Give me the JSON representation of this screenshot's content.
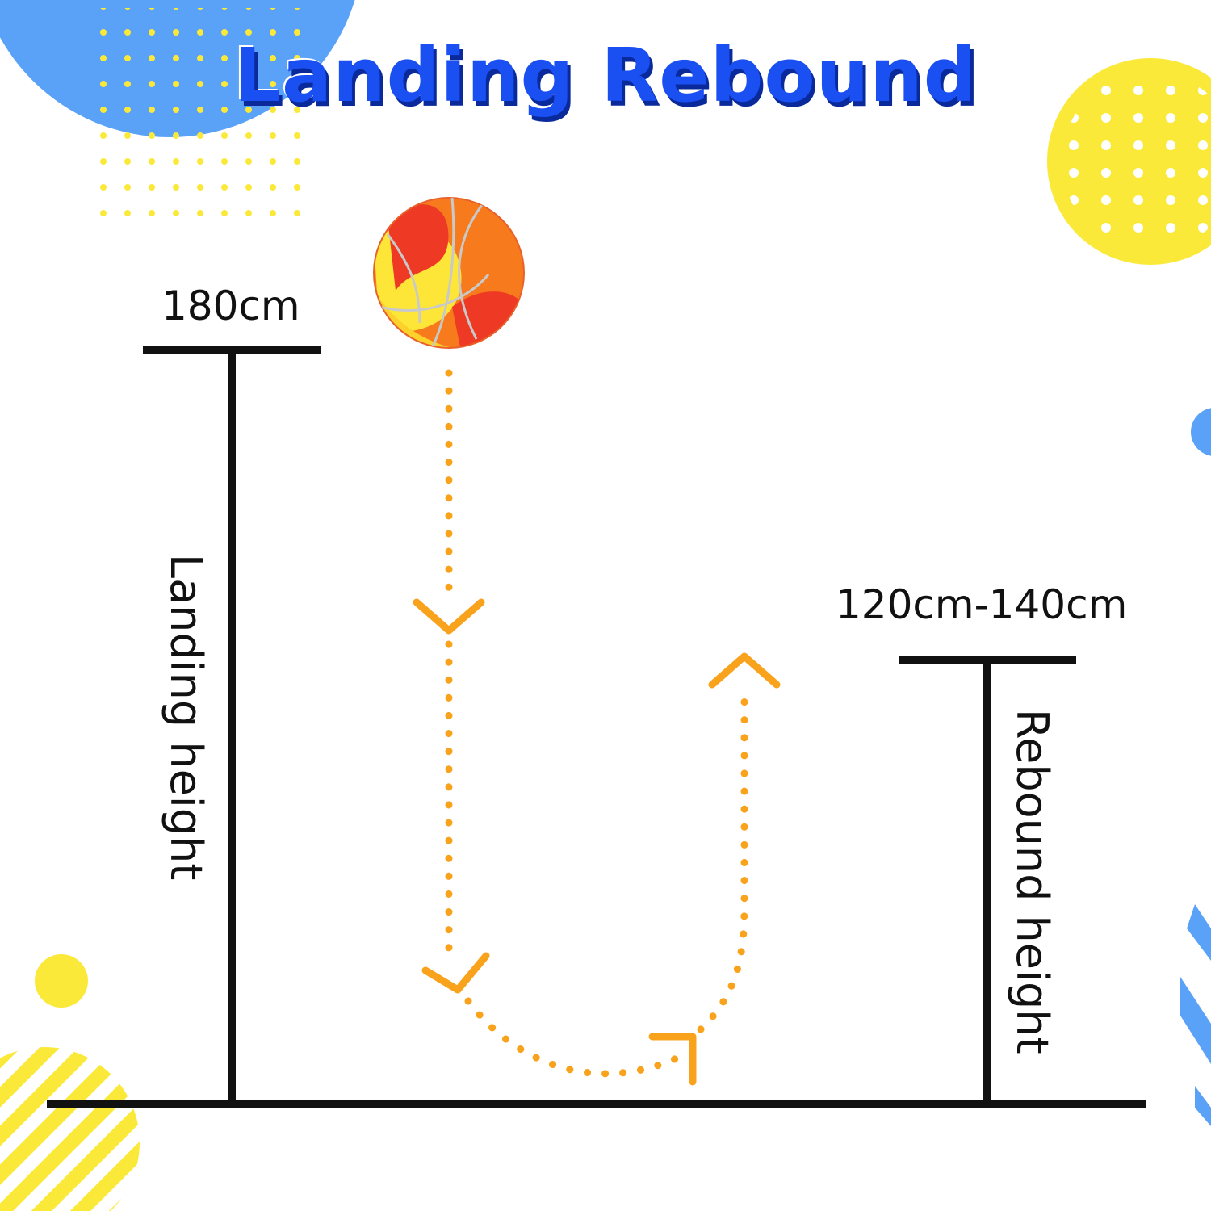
{
  "title": "Landing Rebound",
  "landing": {
    "value": "180cm",
    "label": "Landing height"
  },
  "rebound": {
    "value": "120cm-140cm",
    "label": "Rebound height"
  },
  "colors": {
    "title_blue": "#1a4ff2",
    "deco_blue": "#5aa2f7",
    "deco_yellow": "#fbe93a",
    "path_orange": "#f9a21c",
    "line_black": "#111111"
  },
  "icons": [
    "basketball-icon",
    "down-arrow-icon",
    "up-arrow-icon"
  ]
}
